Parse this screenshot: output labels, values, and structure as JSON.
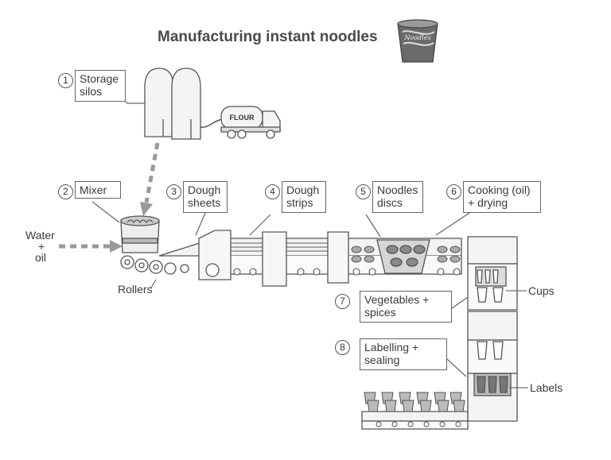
{
  "title": "Manufacturing instant noodles",
  "cup_logo_text": "Noodles",
  "truck_label": "FLOUR",
  "steps": [
    {
      "num": "1",
      "label": "Storage silos"
    },
    {
      "num": "2",
      "label": "Mixer"
    },
    {
      "num": "3",
      "label": "Dough sheets"
    },
    {
      "num": "4",
      "label": "Dough strips"
    },
    {
      "num": "5",
      "label": "Noodles discs"
    },
    {
      "num": "6",
      "label": "Cooking (oil) + drying"
    },
    {
      "num": "7",
      "label": "Vegetables + spices"
    },
    {
      "num": "8",
      "label": "Labelling + sealing"
    }
  ],
  "labels": {
    "water": "Water",
    "plus": "+",
    "oil": "oil",
    "rollers": "Rollers",
    "cups": "Cups",
    "labels": "Labels"
  },
  "colors": {
    "line": "#555555",
    "fill_light": "#f2f2f2",
    "fill_mid": "#d9d9d9",
    "arrow": "#9a9a9a"
  }
}
